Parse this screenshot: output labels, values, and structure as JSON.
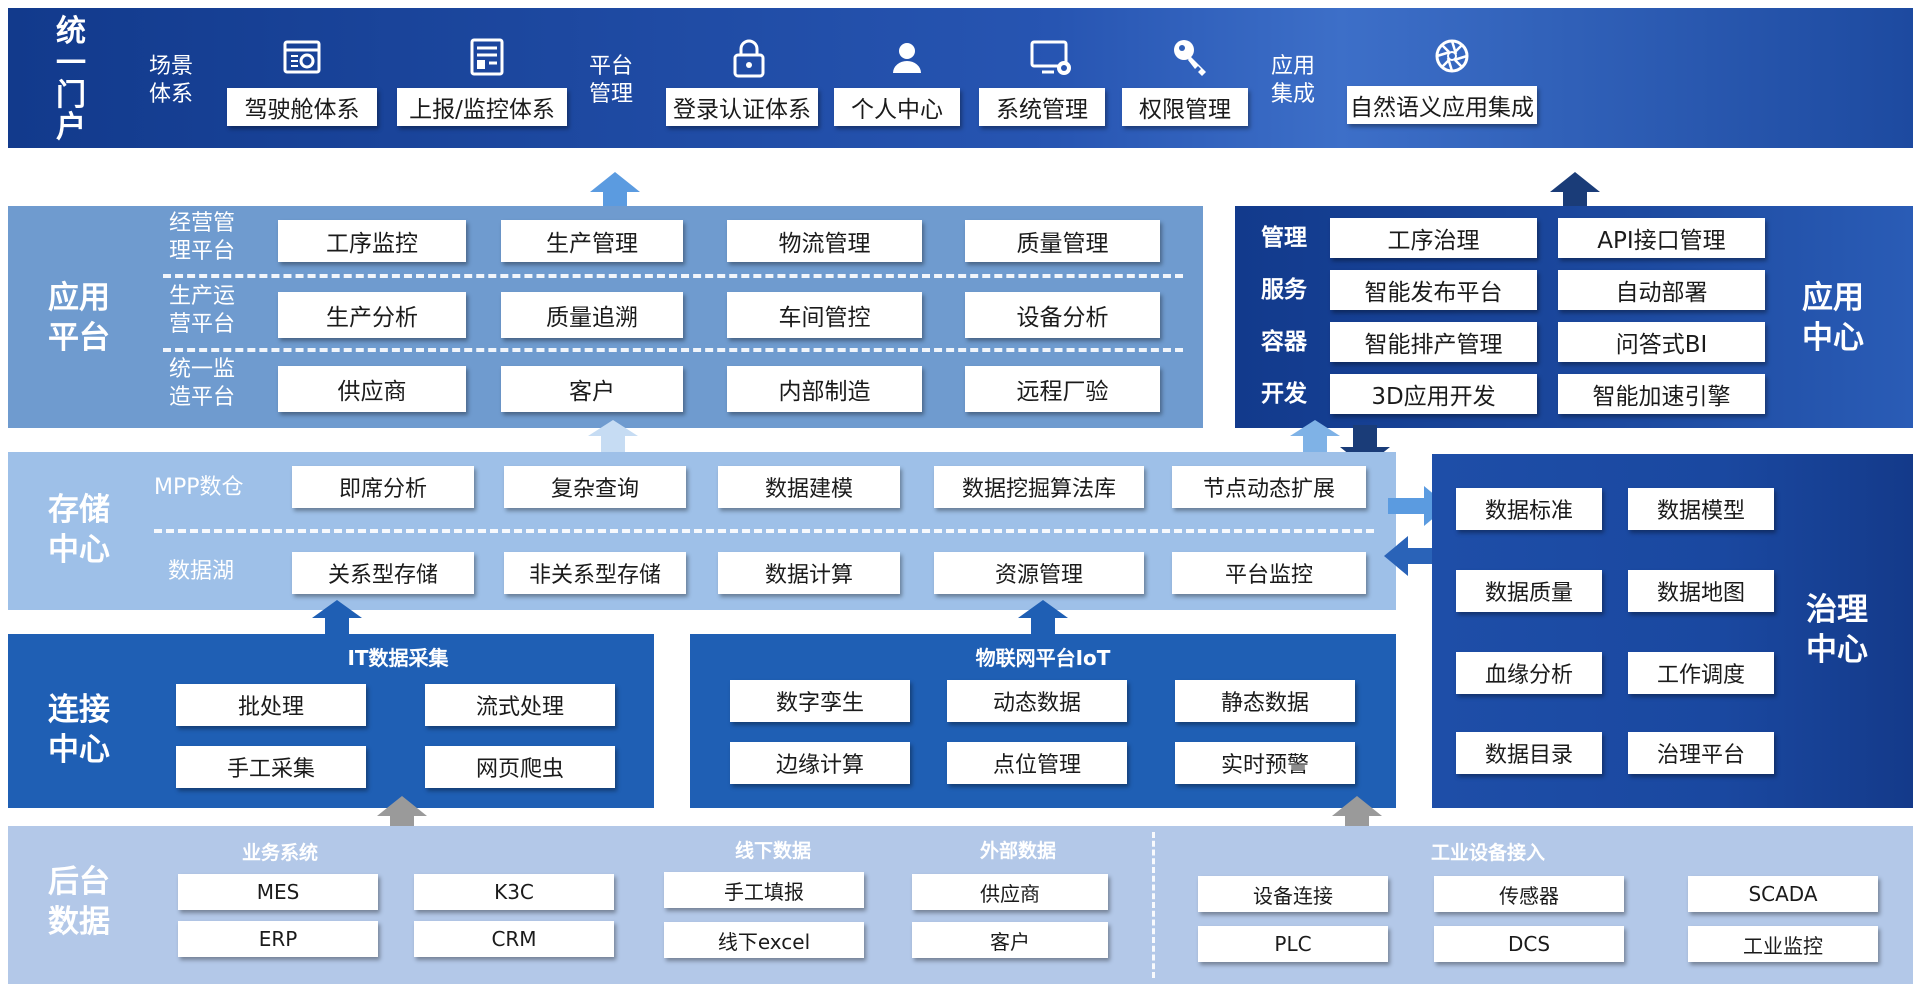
{
  "portal": {
    "title": "统一门户",
    "scene_label": "场景体系",
    "scene_items": [
      "驾驶舱体系",
      "上报/监控体系"
    ],
    "platform_label": "平台管理",
    "platform_items": [
      "登录认证体系",
      "个人中心",
      "系统管理",
      "权限管理"
    ],
    "integration_label": "应用集成",
    "integration_items": [
      "自然语义应用集成"
    ]
  },
  "app_platform": {
    "title": "应用平台",
    "rows": [
      {
        "label": "经营管理平台",
        "items": [
          "工序监控",
          "生产管理",
          "物流管理",
          "质量管理"
        ]
      },
      {
        "label": "生产运营平台",
        "items": [
          "生产分析",
          "质量追溯",
          "车间管控",
          "设备分析"
        ]
      },
      {
        "label": "统一监造平台",
        "items": [
          "供应商",
          "客户",
          "内部制造",
          "远程厂验"
        ]
      }
    ]
  },
  "app_center": {
    "title": "应用中心",
    "labels": [
      "管理",
      "服务",
      "容器",
      "开发"
    ],
    "col1": [
      "工序治理",
      "智能发布平台",
      "智能排产管理",
      "3D应用开发"
    ],
    "col2": [
      "API接口管理",
      "自动部署",
      "问答式BI",
      "智能加速引擎"
    ]
  },
  "storage": {
    "title": "存储中心",
    "mpp_label": "MPP数仓",
    "mpp_items": [
      "即席分析",
      "复杂查询",
      "数据建模",
      "数据挖掘算法库",
      "节点动态扩展"
    ],
    "lake_label": "数据湖",
    "lake_items": [
      "关系型存储",
      "非关系型存储",
      "数据计算",
      "资源管理",
      "平台监控"
    ]
  },
  "governance": {
    "title": "治理中心",
    "items": [
      "数据标准",
      "数据模型",
      "数据质量",
      "数据地图",
      "血缘分析",
      "工作调度",
      "数据目录",
      "治理平台"
    ]
  },
  "connect": {
    "title": "连接中心",
    "it_title": "IT数据采集",
    "it_items": [
      "批处理",
      "流式处理",
      "手工采集",
      "网页爬虫"
    ],
    "iot_title": "物联网平台IoT",
    "iot_items": [
      "数字孪生",
      "动态数据",
      "静态数据",
      "边缘计算",
      "点位管理",
      "实时预警"
    ]
  },
  "backend": {
    "title": "后台数据",
    "biz_label": "业务系统",
    "biz_items": [
      "MES",
      "K3C",
      "ERP",
      "CRM"
    ],
    "offline_label": "线下数据",
    "offline_items": [
      "手工填报",
      "线下excel"
    ],
    "external_label": "外部数据",
    "external_items": [
      "供应商",
      "客户"
    ],
    "industrial_label": "工业设备接入",
    "industrial_items": [
      "设备连接",
      "传感器",
      "SCADA",
      "PLC",
      "DCS",
      "工业监控"
    ]
  },
  "colors": {
    "portal": "#1e4aa0",
    "app_platform": "#6f9bcf",
    "app_center": "#173f92",
    "storage": "#9ec0e8",
    "governance": "#1a48a0",
    "connect": "#1f5fb4",
    "backend": "#b3c8e8",
    "arrow_light": "#7fb2e6",
    "arrow_dark": "#1a3c78",
    "arrow_gray": "#9a9a9a"
  }
}
